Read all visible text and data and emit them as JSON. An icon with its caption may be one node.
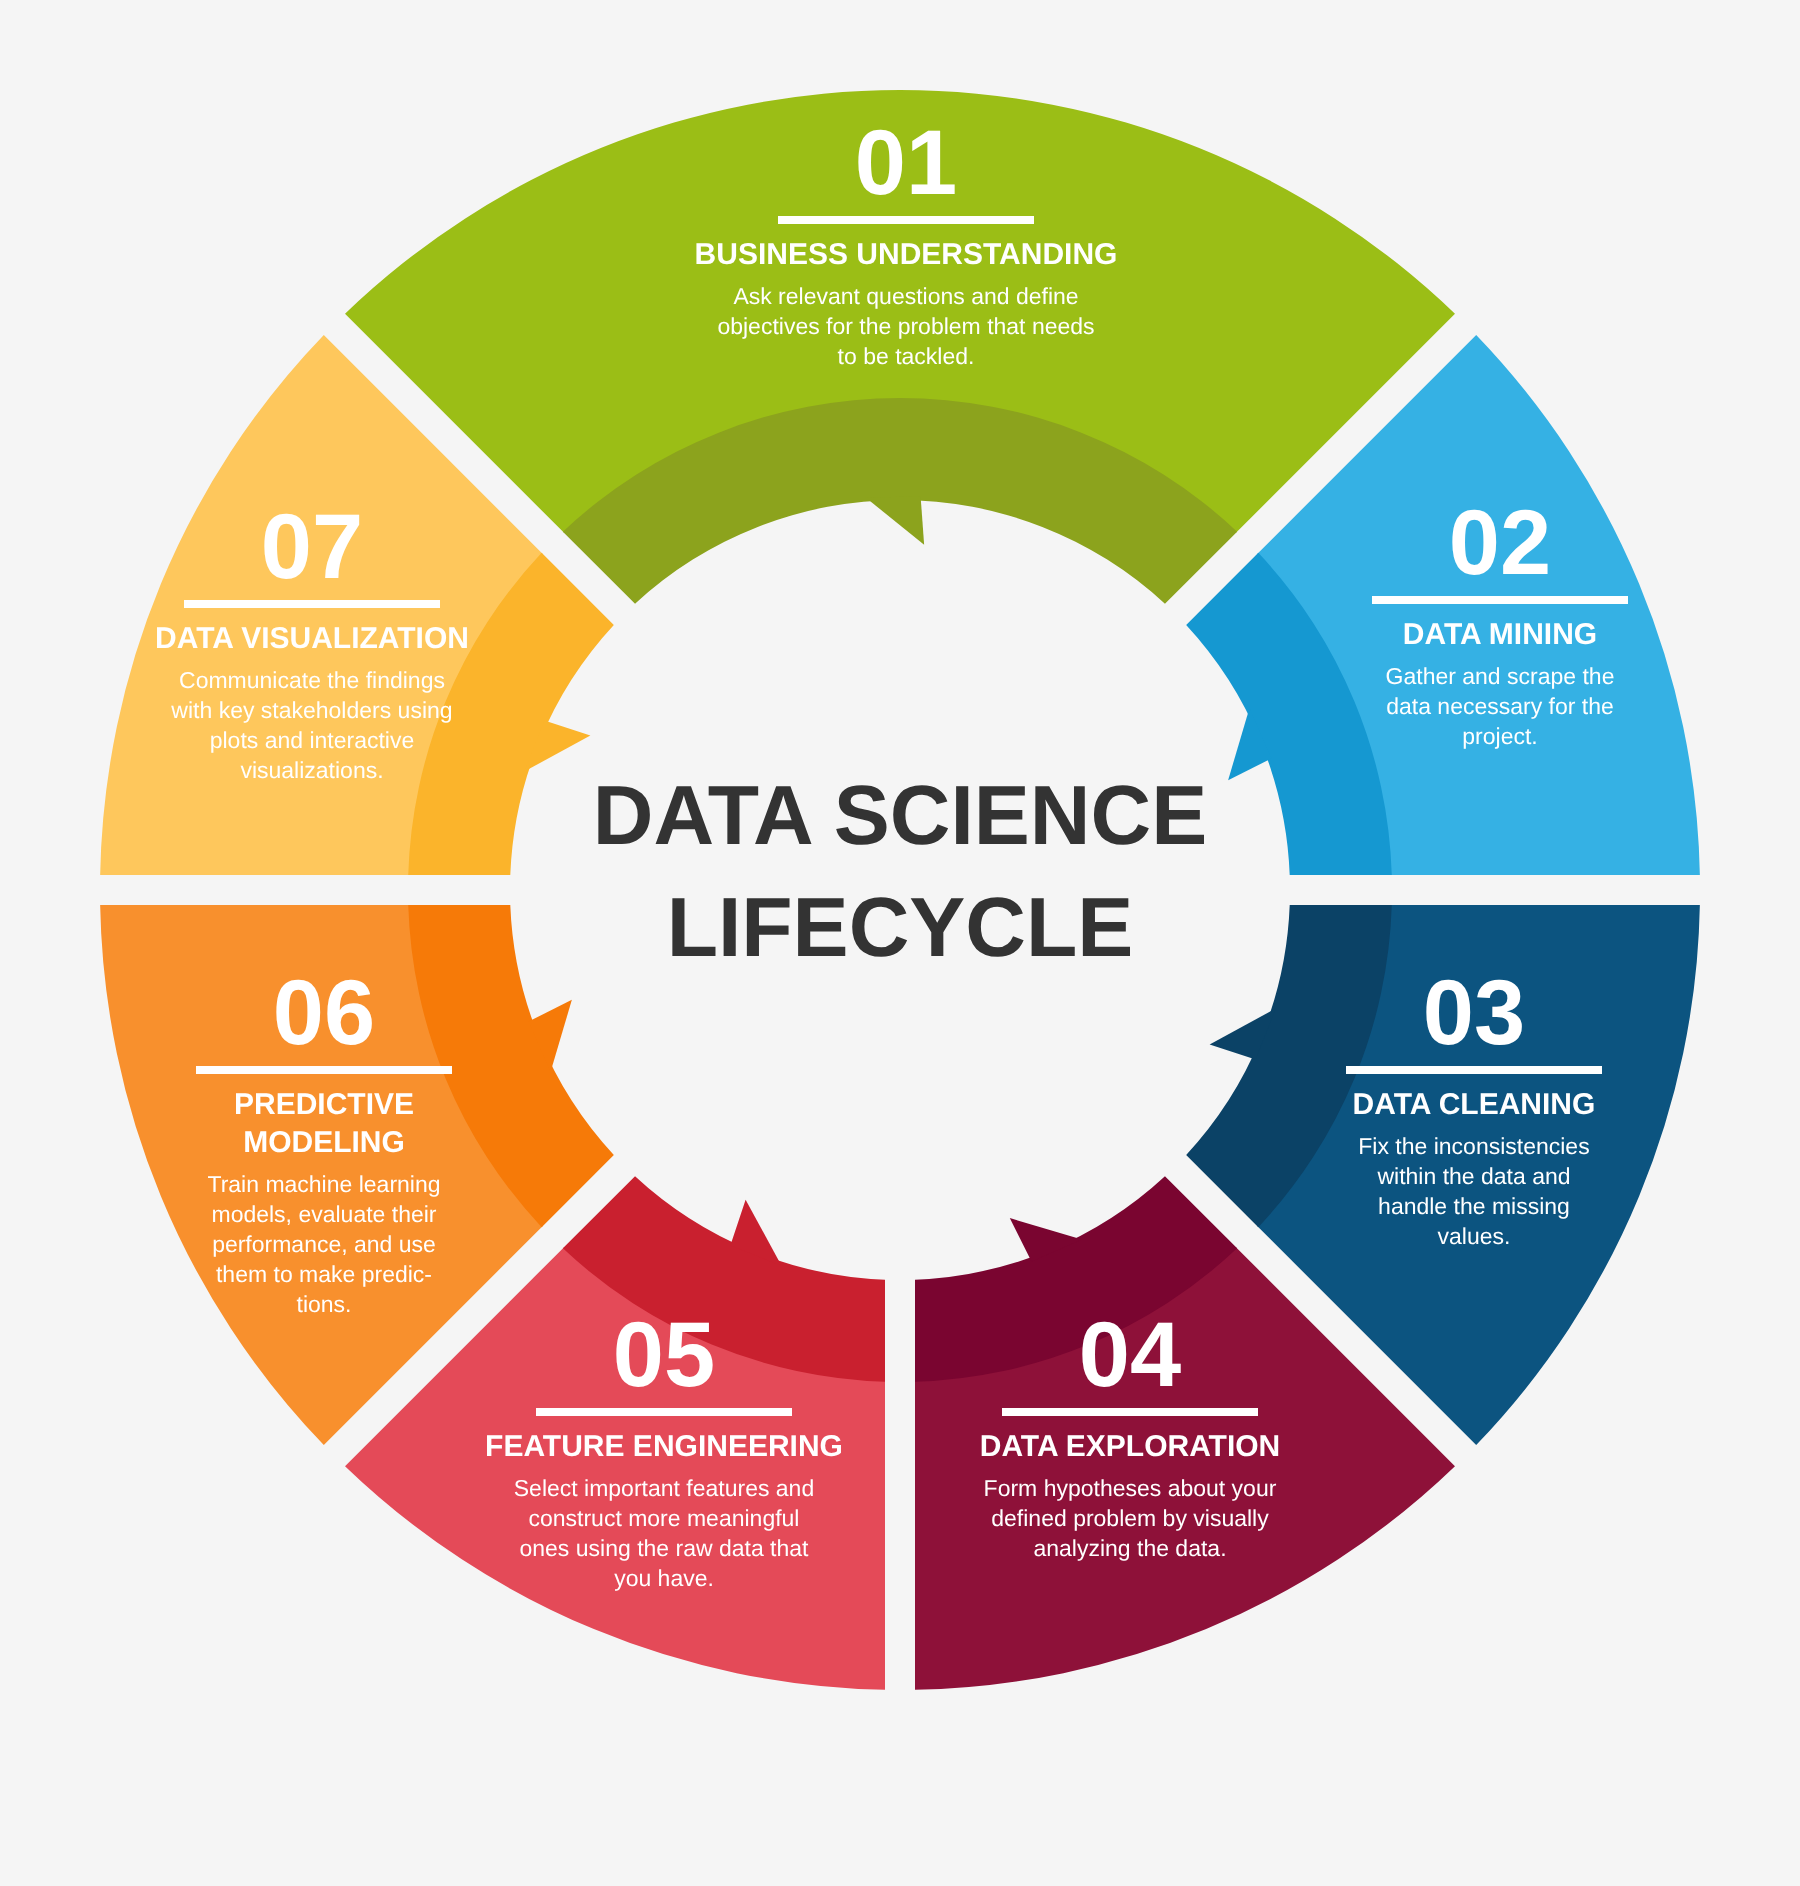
{
  "diagram": {
    "title": "DATA SCIENCE LIFECYCLE",
    "nodes": [
      {
        "text": [
          "01",
          "BUSINESS UNDERSTANDING",
          "Ask relevant questions and define objectives for the problem that needs to be tackled."
        ]
      },
      {
        "text": [
          "02",
          "DATA MINING",
          "Gather and scrape the data necessary for the project."
        ]
      },
      {
        "text": [
          "03",
          "DATA CLEANING",
          "Fix the inconsistencies within the data and handle the missing values."
        ]
      },
      {
        "text": [
          "04",
          "DATA EXPLORATION",
          "Form hypotheses about your defined problem by visually analyzing the data."
        ]
      },
      {
        "text": [
          "05",
          "FEATURE ENGINEERING",
          "Select important features and construct more meaningful ones using the raw data that you have."
        ]
      },
      {
        "text": [
          "06",
          "PREDICTIVE MODELING",
          "Train machine learning models, evaluate their performance, and use them to make predic-tions."
        ]
      },
      {
        "text": [
          "07",
          "DATA VISUALIZATION",
          "Communicate the findings with key stakeholders using plots and interactive visualizations."
        ]
      }
    ]
  }
}
